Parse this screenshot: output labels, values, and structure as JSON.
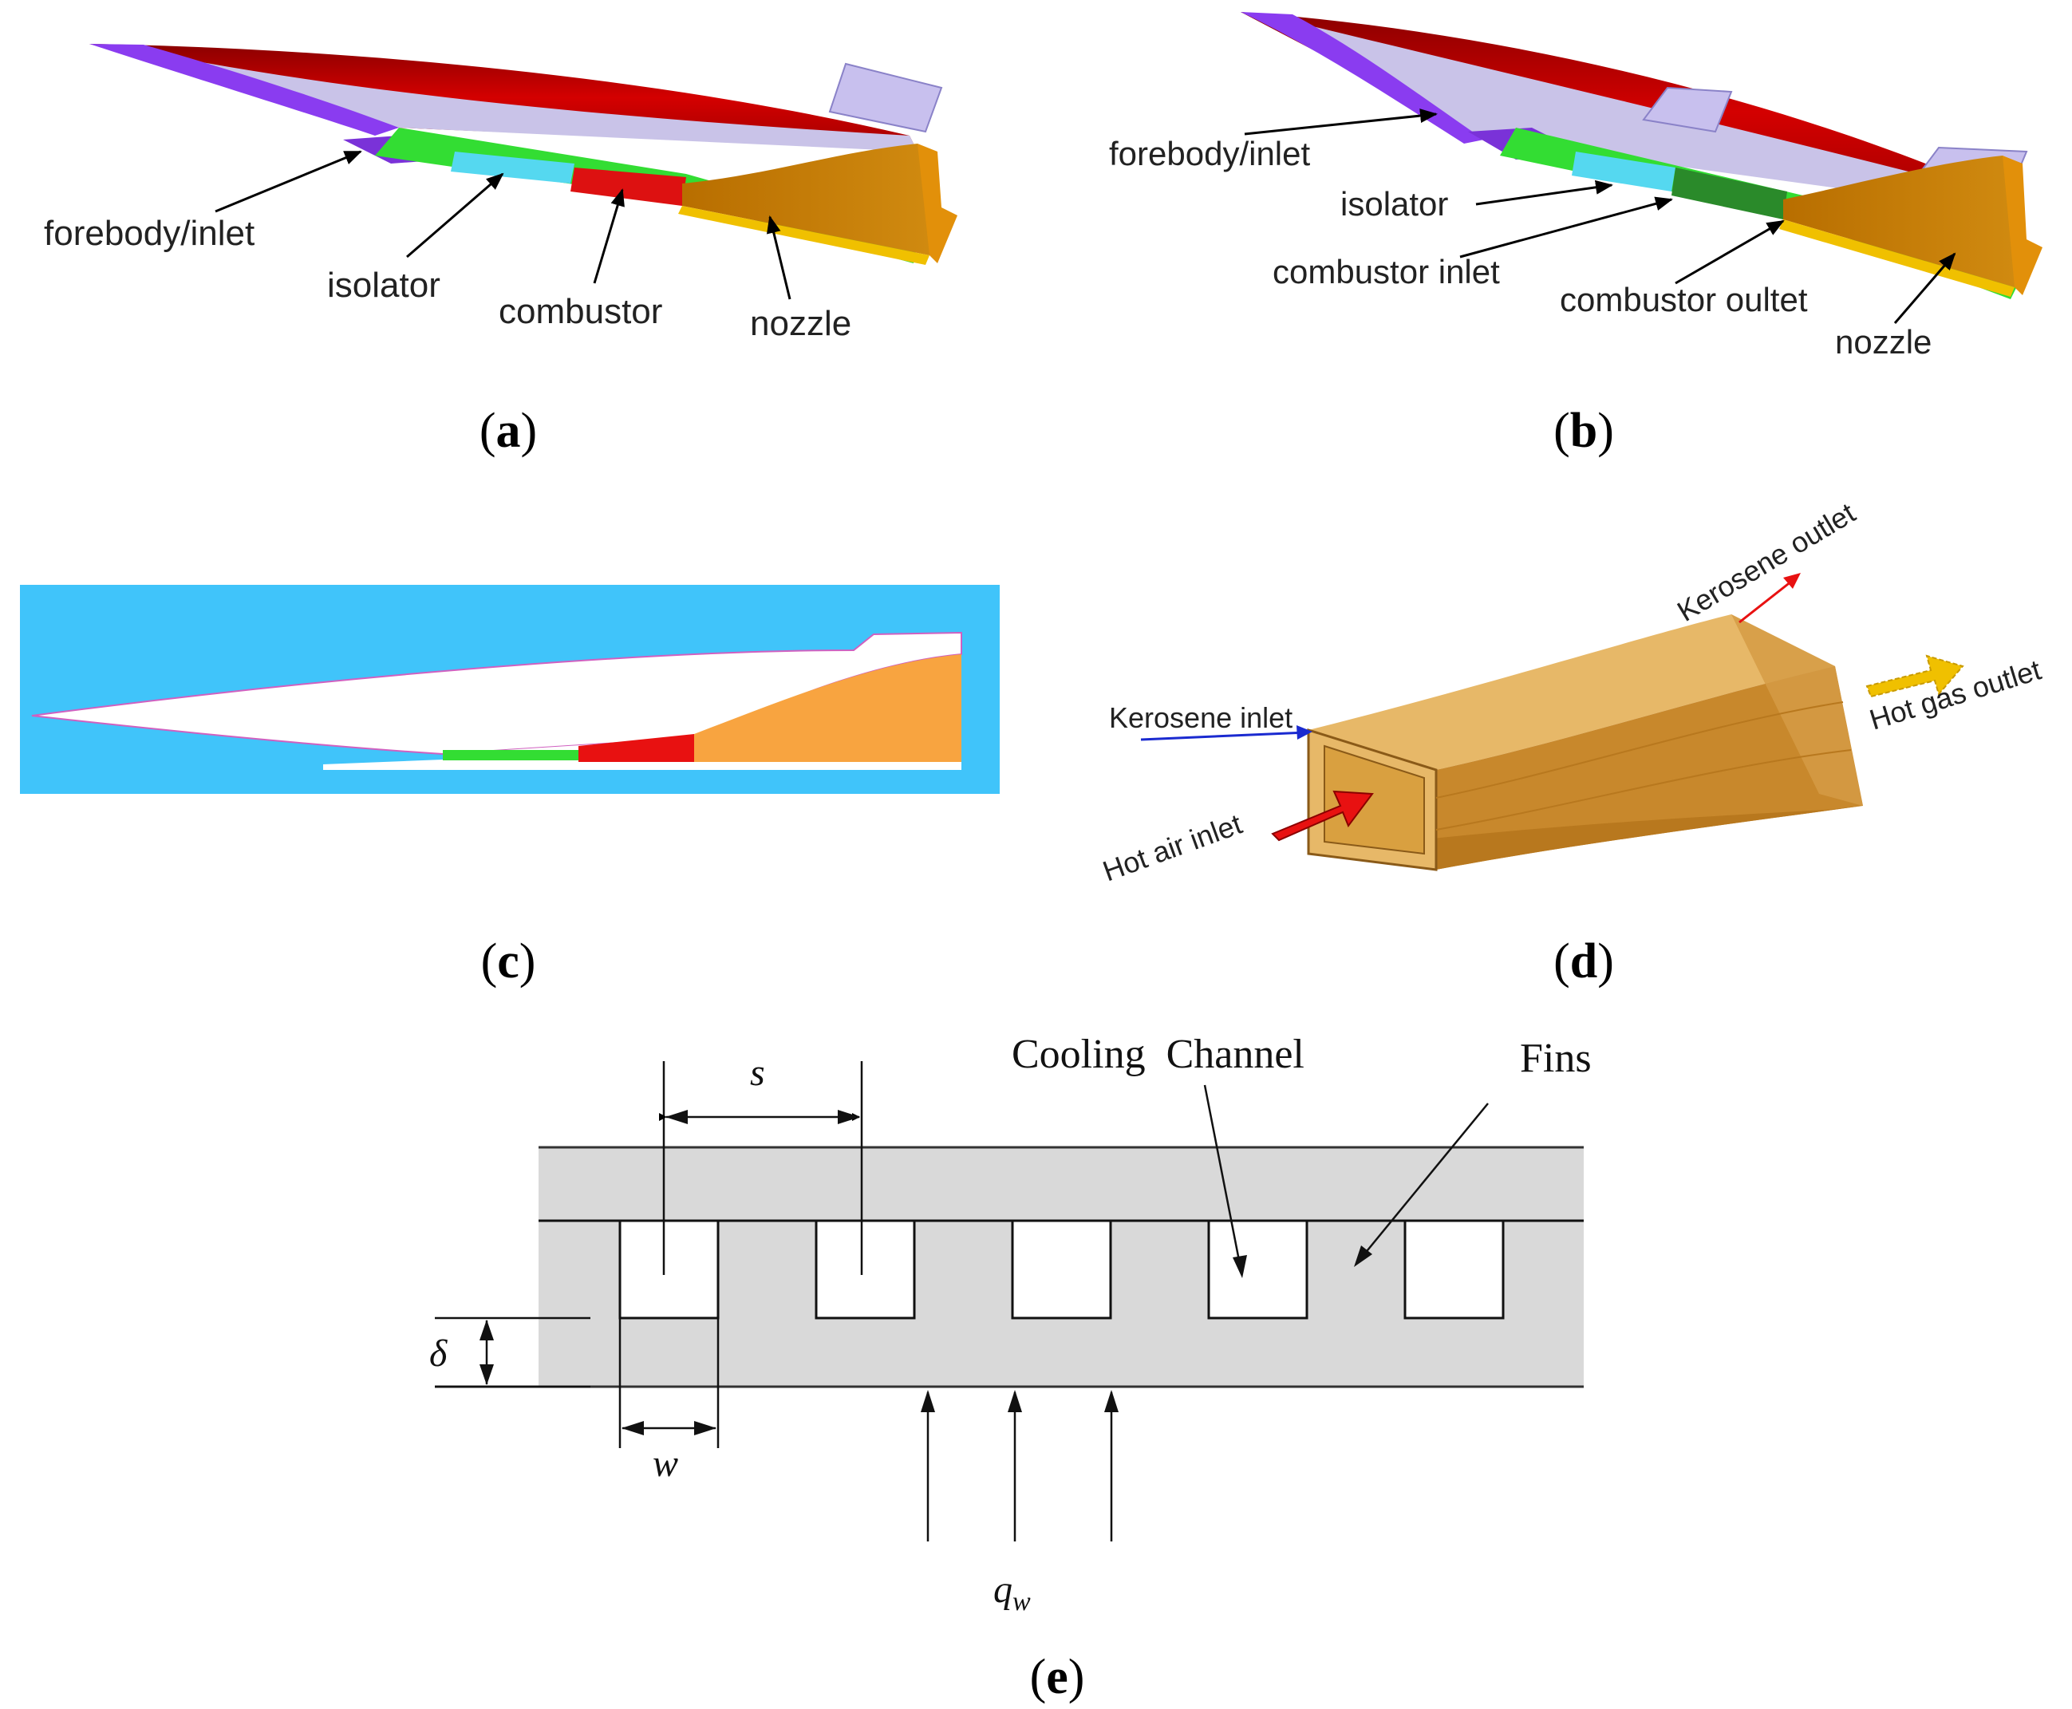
{
  "panels": {
    "a": {
      "caption": "(a)",
      "labels": {
        "forebody_inlet": "forebody/inlet",
        "isolator": "isolator",
        "combustor": "combustor",
        "nozzle": "nozzle"
      }
    },
    "b": {
      "caption": "(b)",
      "labels": {
        "forebody_inlet": "forebody/inlet",
        "isolator": "isolator",
        "combustor_inlet": "combustor inlet",
        "combustor_outlet": "combustor oultet",
        "nozzle": "nozzle"
      }
    },
    "c": {
      "caption": "(c)"
    },
    "d": {
      "caption": "(d)",
      "labels": {
        "kerosene_inlet": "Kerosene inlet",
        "hot_air_inlet": "Hot air inlet",
        "kerosene_outlet": "Kerosene outlet",
        "hot_gas_outlet": "Hot gas outlet"
      }
    },
    "e": {
      "caption": "(e)",
      "labels": {
        "cooling_channel": "Cooling  Channel",
        "fins": "Fins",
        "s": "s",
        "w": "w",
        "delta": "δ",
        "q": "q",
        "q_sub": "w"
      }
    }
  },
  "colors": {
    "forebody": "#8a3cf0",
    "body_top": "#cc0000",
    "isolator": "#33dd33",
    "isolator_inner": "#55d8f0",
    "combustor": "#dd1111",
    "nozzle": "#c87800",
    "background_c": "#40c4fa",
    "nozzle_c": "#f8a440",
    "duct": "#d9a040",
    "fin_gray": "#d9d9d9"
  }
}
